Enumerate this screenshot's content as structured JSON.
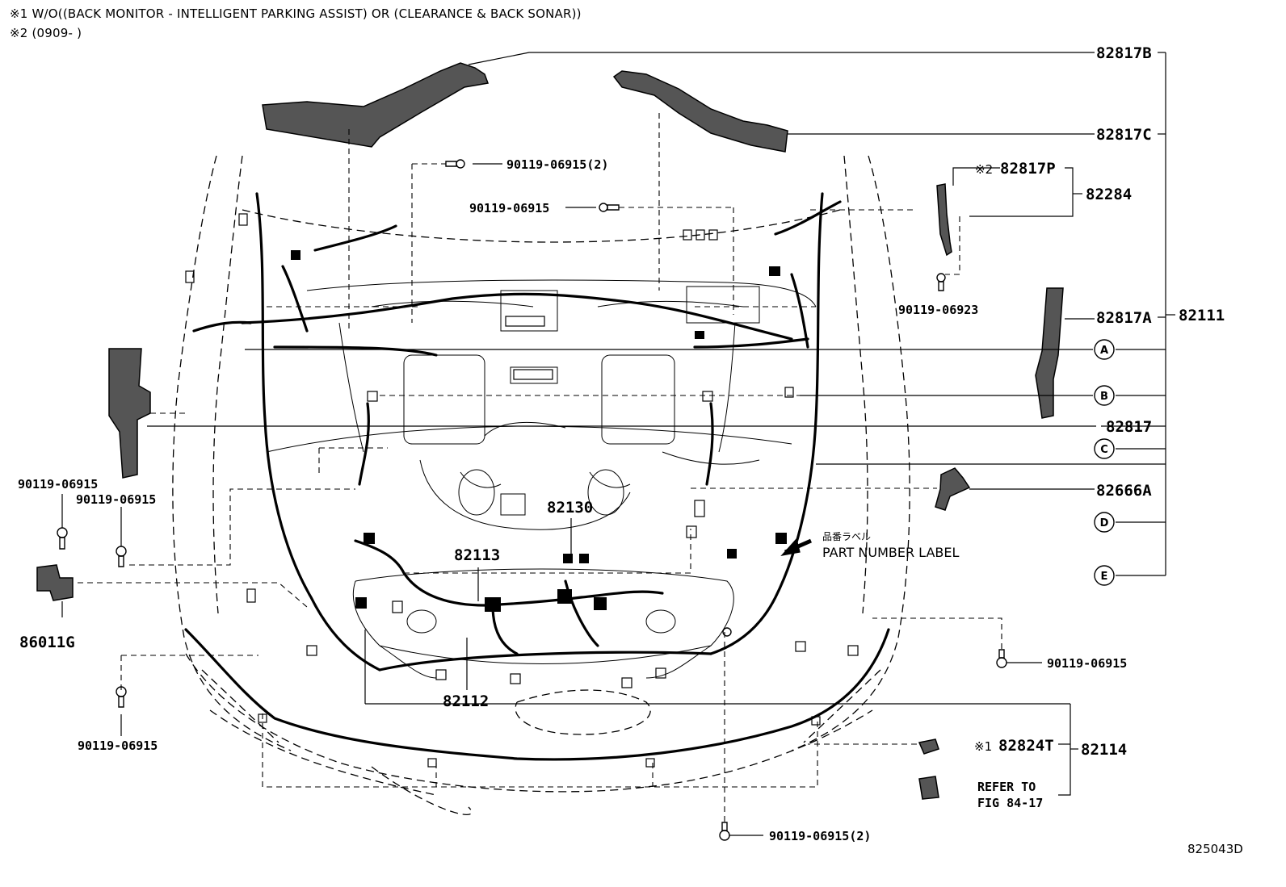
{
  "notes": {
    "note1": "※1 W/O((BACK MONITOR - INTELLIGENT PARKING ASSIST) OR (CLEARANCE & BACK SONAR))",
    "note2": "※2 (0909-        )"
  },
  "parts": {
    "p82817B": "82817B",
    "p82817C": "82817C",
    "p82817P": "82817P",
    "p82817P_prefix": "※2",
    "p82284": "82284",
    "p82817A": "82817A",
    "p82111": "82111",
    "p82817": "82817",
    "p82666A": "82666A",
    "p82130": "82130",
    "p82113": "82113",
    "p82112": "82112",
    "p82114": "82114",
    "p82824T": "82824T",
    "p82824T_prefix": "※1",
    "p86011G": "86011G"
  },
  "bolts": {
    "b_top_2": "90119-06915(2)",
    "b_top": "90119-06915",
    "b_82284": "90119-06923",
    "b_left_1": "90119-06915",
    "b_left_2": "90119-06915",
    "b_left_3": "90119-06915",
    "b_right": "90119-06915",
    "b_bottom_2": "90119-06915(2)"
  },
  "labels": {
    "part_number_label_jp": "品番ラベル",
    "part_number_label": "PART NUMBER LABEL",
    "refer_to_1": "REFER TO",
    "refer_to_2": "FIG 84-17",
    "figure_id": "825043D"
  },
  "callouts": [
    "A",
    "B",
    "C",
    "D",
    "E"
  ]
}
